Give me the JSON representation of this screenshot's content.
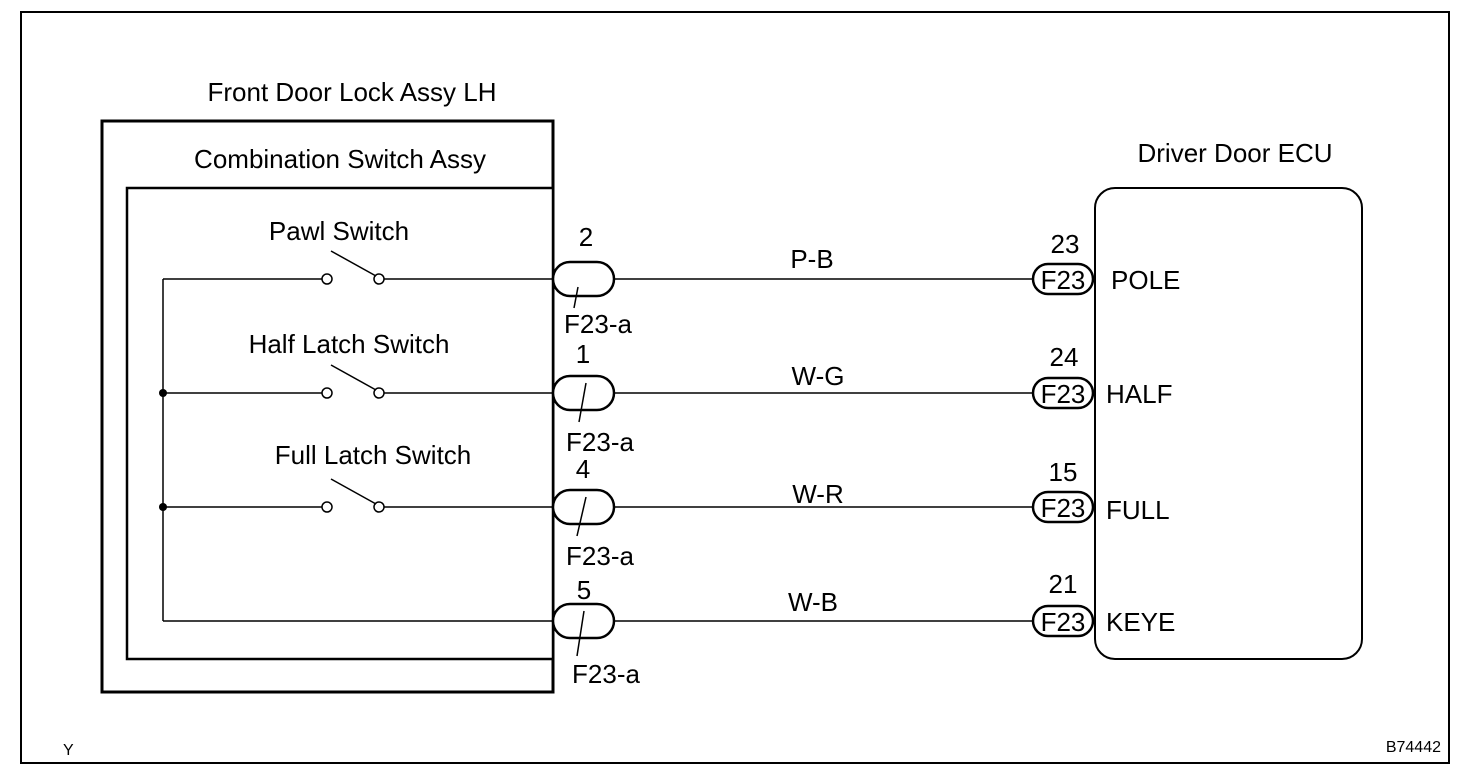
{
  "outer_assembly": {
    "label": "Front Door Lock Assy LH"
  },
  "inner_assembly": {
    "label": "Combination Switch Assy"
  },
  "ecu": {
    "label": "Driver Door ECU"
  },
  "switches": [
    {
      "label": "Pawl Switch"
    },
    {
      "label": "Half Latch Switch"
    },
    {
      "label": "Full Latch Switch"
    }
  ],
  "circuits": [
    {
      "pin_left": "2",
      "connector_left": "F23-a",
      "wire": "P-B",
      "pin_right": "23",
      "connector_right": "F23",
      "terminal": "POLE"
    },
    {
      "pin_left": "1",
      "connector_left": "F23-a",
      "wire": "W-G",
      "pin_right": "24",
      "connector_right": "F23",
      "terminal": "HALF"
    },
    {
      "pin_left": "4",
      "connector_left": "F23-a",
      "wire": "W-R",
      "pin_right": "15",
      "connector_right": "F23",
      "terminal": "FULL"
    },
    {
      "pin_left": "5",
      "connector_left": "F23-a",
      "wire": "W-B",
      "pin_right": "21",
      "connector_right": "F23",
      "terminal": "KEYE"
    }
  ],
  "footer": {
    "left_code": "Y",
    "right_code": "B74442"
  }
}
